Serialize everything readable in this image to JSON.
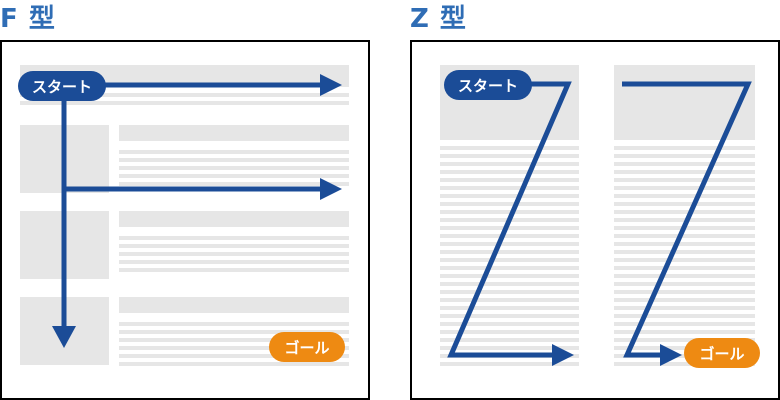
{
  "f_pattern": {
    "title": "F 型",
    "start_label": "スタート",
    "goal_label": "ゴール"
  },
  "z_pattern": {
    "title": "Z 型",
    "start_label": "スタート",
    "goal_label": "ゴール"
  },
  "colors": {
    "path": "#1b4c97",
    "start_badge": "#1b4c97",
    "goal_badge": "#ee8a12",
    "title": "#2f6db5",
    "block": "#e6e6e6"
  }
}
